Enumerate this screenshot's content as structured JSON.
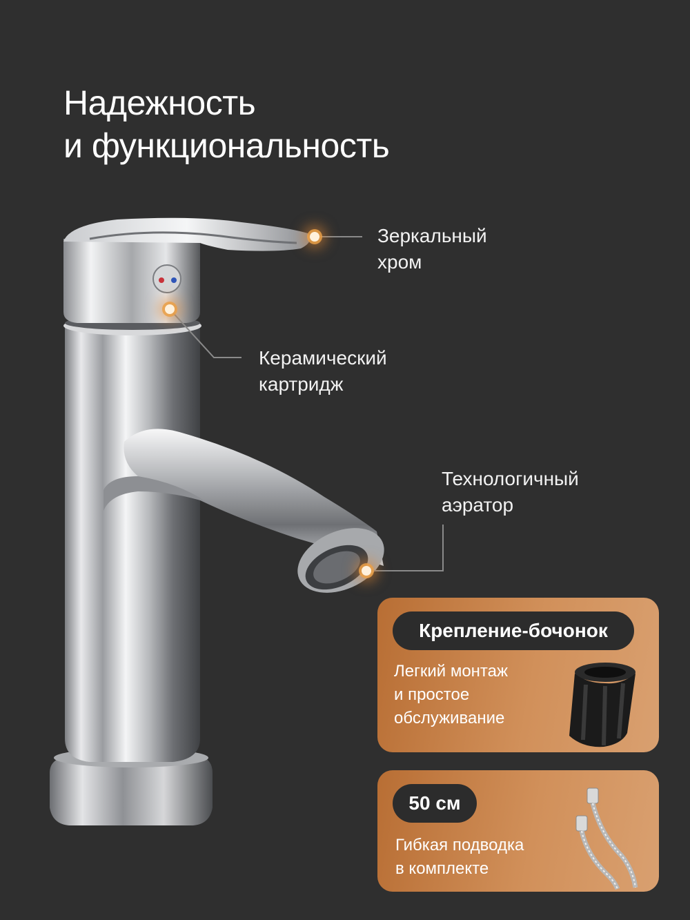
{
  "headline": {
    "line1": "Надежность",
    "line2": "и функциональность"
  },
  "callouts": {
    "chrome": {
      "line1": "Зеркальный",
      "line2": "хром"
    },
    "cartridge": {
      "line1": "Керамический",
      "line2": "картридж"
    },
    "aerator": {
      "line1": "Технологичный",
      "line2": "аэратор"
    }
  },
  "cards": {
    "mount": {
      "badge": "Крепление-бочонок",
      "line1": "Легкий монтаж",
      "line2": "и простое",
      "line3": "обслуживание",
      "icon": "barrel-mount-icon"
    },
    "hose": {
      "badge": "50 см",
      "line1": "Гибкая подводка",
      "line2": "в комплекте",
      "icon": "flexible-hose-icon"
    }
  },
  "colors": {
    "background": "#2f2f2f",
    "card_accent": "#c98146",
    "badge_bg": "#2c2c2c",
    "glow": "#e89a4f"
  }
}
